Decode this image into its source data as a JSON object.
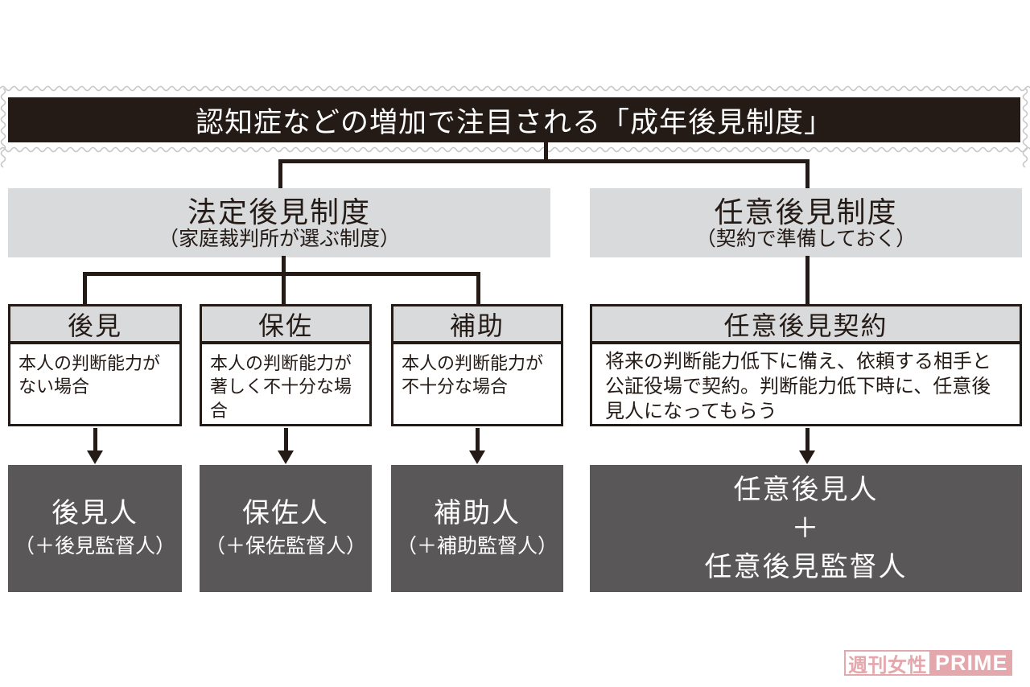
{
  "title": "認知症などの増加で注目される「成年後見制度」",
  "colors": {
    "ink": "#241a16",
    "header_gray": "#d9dadb",
    "result_dark": "#595757",
    "watermark_pink": "#e4a7ac"
  },
  "left_branch": {
    "header": "法定後見制度",
    "subheader": "（家庭裁判所が選ぶ制度）",
    "types": [
      {
        "name": "後見",
        "condition": "本人の判断能力がない場合",
        "result_main": "後見人",
        "result_sub": "（＋後見監督人）"
      },
      {
        "name": "保佐",
        "condition": "本人の判断能力が著しく不十分な場合",
        "result_main": "保佐人",
        "result_sub": "（＋保佐監督人）"
      },
      {
        "name": "補助",
        "condition": "本人の判断能力が不十分な場合",
        "result_main": "補助人",
        "result_sub": "（＋補助監督人）"
      }
    ]
  },
  "right_branch": {
    "header": "任意後見制度",
    "subheader": "（契約で準備しておく）",
    "contract_name": "任意後見契約",
    "contract_description": "将来の判断能力低下に備え、依頼する相手と公証役場で契約。判断能力低下時に、任意後見人になってもらう",
    "result_line1": "任意後見人",
    "result_line2": "＋",
    "result_line3": "任意後見監督人"
  },
  "watermark": {
    "magazine": "週刊女性",
    "brand": "PRIME"
  }
}
